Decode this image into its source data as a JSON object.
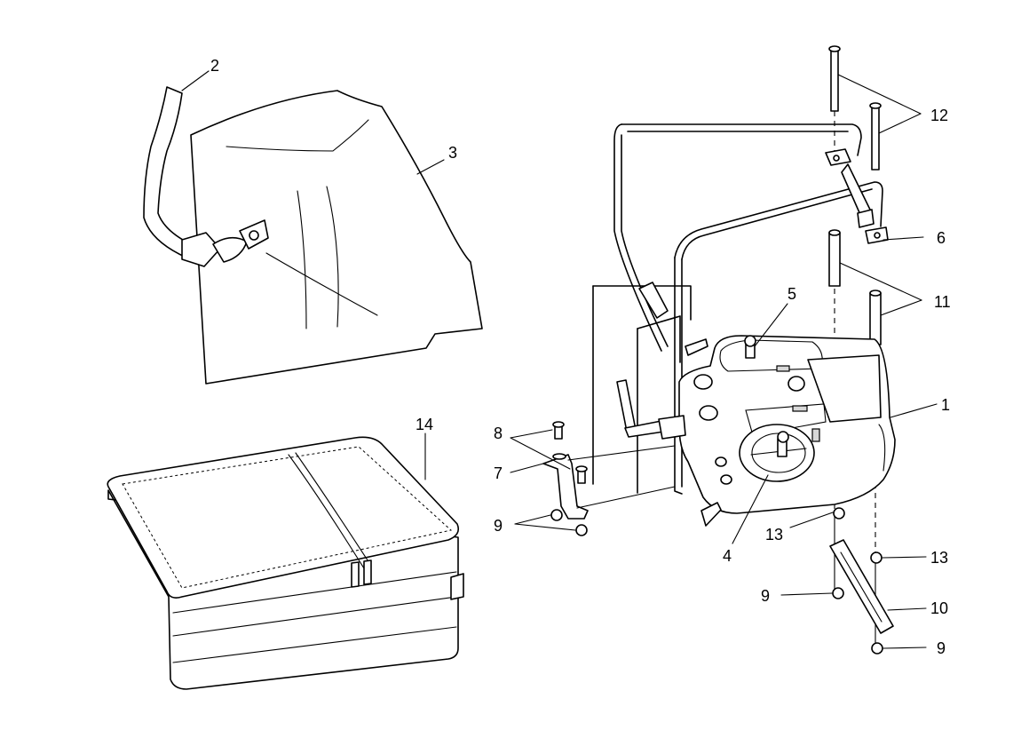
{
  "callouts": [
    {
      "id": "c2",
      "text": "2"
    },
    {
      "id": "c3",
      "text": "3"
    },
    {
      "id": "c14",
      "text": "14"
    },
    {
      "id": "c12",
      "text": "12"
    },
    {
      "id": "c6",
      "text": "6"
    },
    {
      "id": "c11",
      "text": "11"
    },
    {
      "id": "c5",
      "text": "5"
    },
    {
      "id": "c1",
      "text": "1"
    },
    {
      "id": "c8",
      "text": "8"
    },
    {
      "id": "c7",
      "text": "7"
    },
    {
      "id": "c9a",
      "text": "9"
    },
    {
      "id": "c13a",
      "text": "13"
    },
    {
      "id": "c4",
      "text": "4"
    },
    {
      "id": "c13b",
      "text": "13"
    },
    {
      "id": "c9b",
      "text": "9"
    },
    {
      "id": "c10",
      "text": "10"
    },
    {
      "id": "c9c",
      "text": "9"
    }
  ]
}
